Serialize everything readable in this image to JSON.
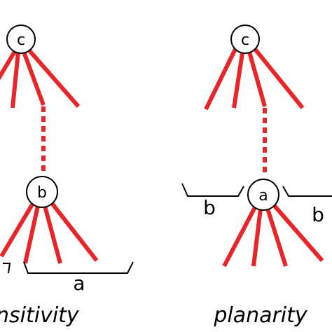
{
  "colors": {
    "edge": "#e8262a",
    "node_stroke": "#000000",
    "background": "#ffffff"
  },
  "left_panel": {
    "caption": "nsitivity",
    "top_node": {
      "label": "c"
    },
    "bottom_node": {
      "label": "b"
    },
    "bracket_label": "a"
  },
  "right_panel": {
    "caption": "planarity",
    "top_node": {
      "label": "c"
    },
    "bottom_node": {
      "label": "a"
    },
    "bracket_left_label": "b",
    "bracket_right_label": "b"
  }
}
